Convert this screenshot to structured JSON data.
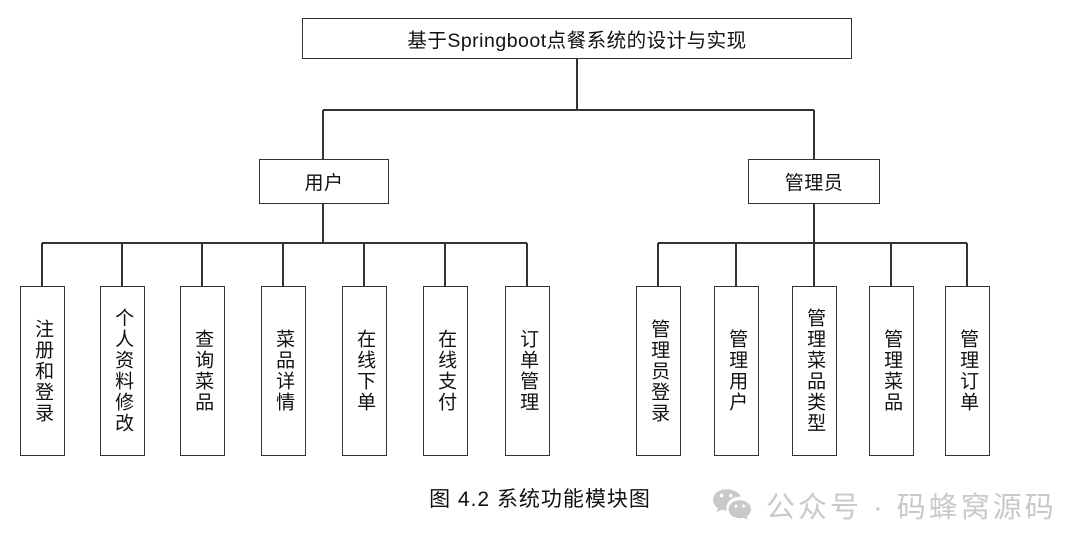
{
  "diagram": {
    "type": "tree-hierarchy",
    "root": {
      "label": "基于Springboot点餐系统的设计与实现"
    },
    "branches": [
      {
        "label": "用户",
        "children": [
          {
            "label": "注册和登录"
          },
          {
            "label": "个人资料修改"
          },
          {
            "label": "查询菜品"
          },
          {
            "label": "菜品详情"
          },
          {
            "label": "在线下单"
          },
          {
            "label": "在线支付"
          },
          {
            "label": "订单管理"
          }
        ]
      },
      {
        "label": "管理员",
        "children": [
          {
            "label": "管理员登录"
          },
          {
            "label": "管理用户"
          },
          {
            "label": "管理菜品类型"
          },
          {
            "label": "管理菜品"
          },
          {
            "label": "管理订单"
          }
        ]
      }
    ]
  },
  "caption": {
    "text": "图 4.2  系统功能模块图"
  },
  "watermark": {
    "icon": "wechat-icon",
    "text": "公众号 · 码蜂窝源码",
    "color": "#c9c9c9"
  },
  "style": {
    "line_color": "#333333",
    "box_border": "#333333",
    "background": "#ffffff",
    "text_color": "#111111"
  }
}
